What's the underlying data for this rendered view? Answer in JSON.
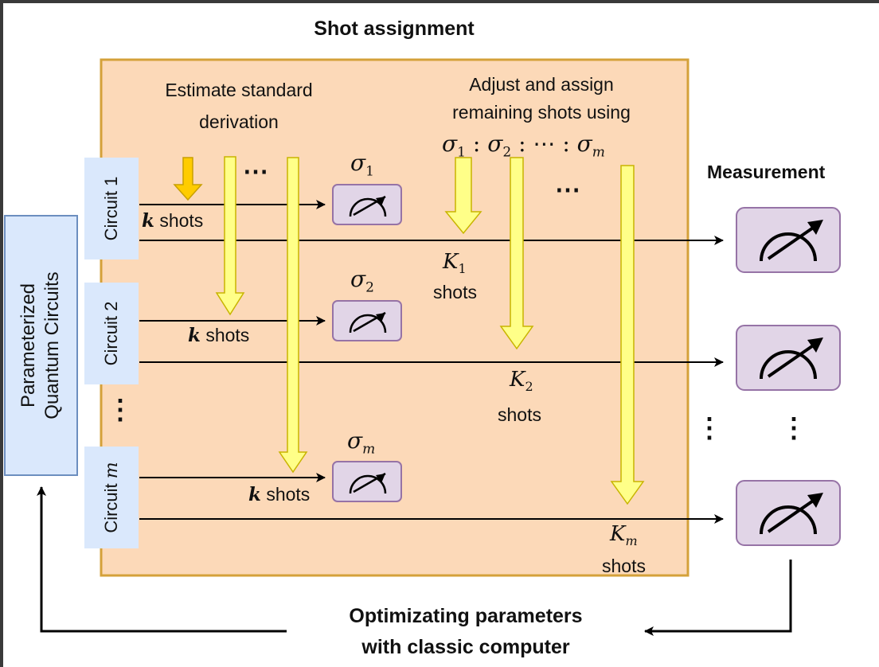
{
  "title": "Shot assignment",
  "estimate_label": [
    "Estimate standard",
    "derivation"
  ],
  "adjust_label": [
    "Adjust and assign",
    "remaining shots using"
  ],
  "ratio": {
    "sigma": "σ",
    "sub1": "1",
    "sub2": "2",
    "subm": "m",
    "colon": ":",
    "dots": "⋯"
  },
  "measurement_label": "Measurement",
  "pqc_label": [
    "Parameterized",
    "Quantum Circuits"
  ],
  "circuits": [
    {
      "label": "Circuit 1"
    },
    {
      "label": "Circuit 2"
    },
    {
      "label": "Circuit ",
      "var": "m"
    }
  ],
  "shots_word": "shots",
  "k_var": "k",
  "K_var": "K",
  "sigma_labels": [
    {
      "base": "σ",
      "sub": "1"
    },
    {
      "base": "σ",
      "sub": "2"
    },
    {
      "base": "σ",
      "sub": "m"
    }
  ],
  "K_labels": [
    {
      "base": "K",
      "sub": "1"
    },
    {
      "base": "K",
      "sub": "2"
    },
    {
      "base": "K",
      "sub": "m"
    }
  ],
  "ellipsis_h": "⋯",
  "ellipsis_v": "⋮",
  "optimize_label": [
    "Optimizating parameters",
    "with classic computer"
  ],
  "colors": {
    "panel_fill": "#fcd9b8",
    "panel_border": "#d4a13a",
    "circuit_fill": "#dae8fc",
    "pqc_border": "#6c8ebf",
    "meter_fill": "#e1d5e7",
    "meter_border": "#9673a6",
    "arrow_fill": "#ffff88",
    "arrow_border": "#c8b400",
    "small_arrow_fill": "#ffcc00"
  },
  "icons": [
    "meter-icon",
    "down-arrow-icon",
    "right-arrow-icon"
  ]
}
